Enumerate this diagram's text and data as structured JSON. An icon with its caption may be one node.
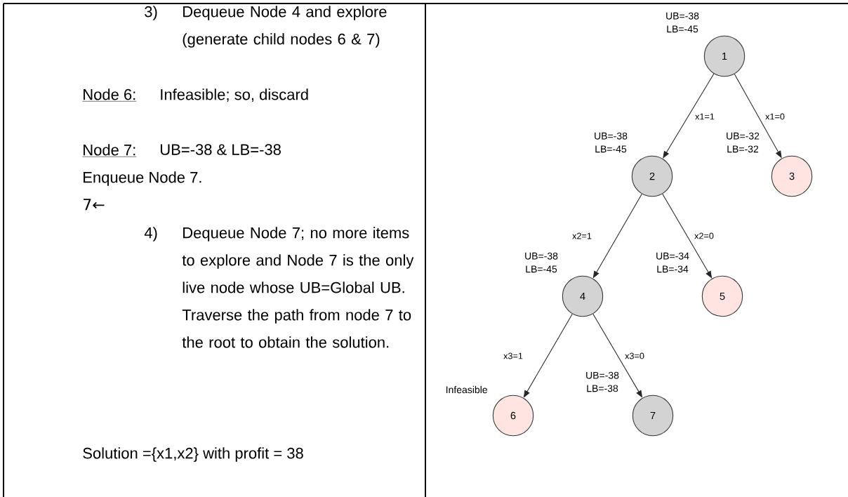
{
  "diagram": {
    "nodes": [
      {
        "text": [
          "1"
        ],
        "beside": [
          "UB=-38 LB=-45"
        ]
      },
      {
        "text": [
          "2"
        ],
        "beside": [
          "UB=-38 LB=-45"
        ]
      },
      {
        "text": [
          "3"
        ],
        "beside": [
          "UB=-32 LB=-32"
        ]
      },
      {
        "text": [
          "4"
        ],
        "beside": [
          "UB=-38 LB=-45"
        ]
      },
      {
        "text": [
          "5"
        ],
        "beside": [
          "UB=-34 LB=-34"
        ]
      },
      {
        "text": [
          "6"
        ],
        "beside": [
          "Infeasible"
        ]
      },
      {
        "text": [
          "7"
        ],
        "beside": [
          "UB=-38 LB=-38"
        ]
      }
    ],
    "edges": [
      {
        "from": 0,
        "to": 1,
        "arrow": "to",
        "label": "x1=1"
      },
      {
        "from": 0,
        "to": 2,
        "arrow": "to",
        "label": "x1=0"
      },
      {
        "from": 1,
        "to": 3,
        "arrow": "to",
        "label": "x2=1"
      },
      {
        "from": 1,
        "to": 4,
        "arrow": "to",
        "label": "x2=0"
      },
      {
        "from": 3,
        "to": 5,
        "arrow": "to",
        "label": "x3=1"
      },
      {
        "from": 3,
        "to": 6,
        "arrow": "to",
        "label": "x3=0"
      }
    ],
    "labels": [
      "3)",
      "Dequeue Node 4 and explore (generate child nodes 6 & 7)",
      "Node 6:",
      "Infeasible; so, discard",
      "Node 7:",
      "UB=-38 & LB=-38",
      "Enqueue Node 7.",
      "7←",
      "4)",
      "Dequeue Node 7; no more items to explore and Node 7 is the only live node whose UB=Global UB. Traverse the path from node 7 to the root to obtain the solution.",
      "Solution ={x1,x2} with profit = 38"
    ]
  }
}
